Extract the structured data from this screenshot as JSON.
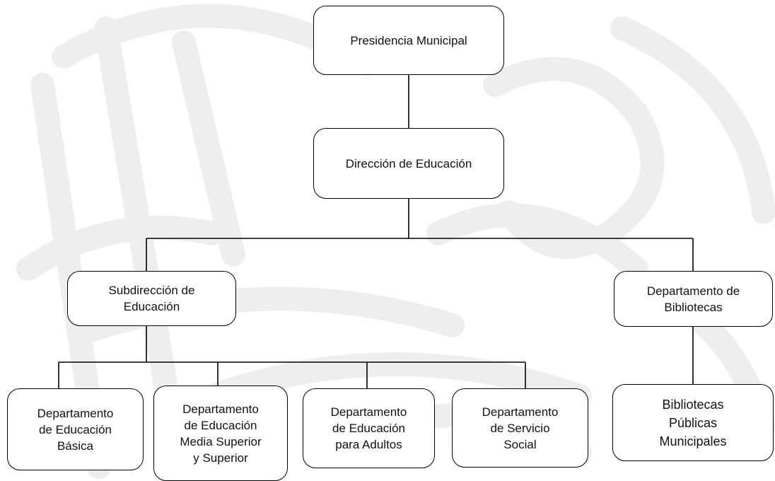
{
  "org_chart": {
    "presidencia": "Presidencia Municipal",
    "direccion": "Dirección de Educación",
    "subdireccion": "Subdirección de\nEducación",
    "bibliotecas_dept": "Departamento de\nBibliotecas",
    "dept_basica": "Departamento\nde Educación\nBásica",
    "dept_media": "Departamento\nde Educación\nMedia Superior\ny Superior",
    "dept_adultos": "Departamento\nde Educación\npara Adultos",
    "dept_servicio": "Departamento\nde Servicio\nSocial",
    "bibliotecas_publicas": "Bibliotecas\nPúblicas\nMunicipales"
  },
  "colors": {
    "line": "#000000",
    "box_border": "#000000",
    "text": "#111111",
    "watermark": "#eeeeee"
  }
}
